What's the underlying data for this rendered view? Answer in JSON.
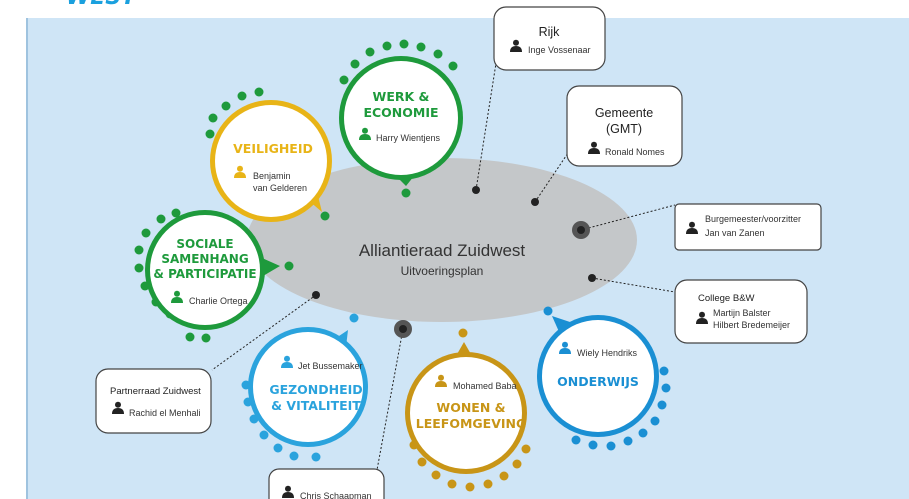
{
  "logo_text": "WEST",
  "colors": {
    "background": "#cfe5f6",
    "ellipse": "#c4c7c9",
    "green": "#1e9a3c",
    "yellow": "#e8b417",
    "blue": "#2aa3dd",
    "darkblue": "#1a8fd3",
    "gold": "#c89517",
    "dark": "#222222",
    "logo": "#1aa0de"
  },
  "center": {
    "title": "Alliantieraad Zuidwest",
    "subtitle": "Uitvoeringsplan"
  },
  "bubbles": {
    "werk": {
      "title_line1": "WERK &",
      "title_line2": "ECONOMIE",
      "person": "Harry Wientjens"
    },
    "veiligheid": {
      "title": "VEILIGHEID",
      "person_line1": "Benjamin",
      "person_line2": "van Gelderen"
    },
    "sociale": {
      "title_line1": "SOCIALE",
      "title_line2": "SAMENHANG",
      "title_line3": "& PARTICIPATIE",
      "person": "Charlie Ortega"
    },
    "gezondheid": {
      "person": "Jet Bussemaker",
      "title_line1": "GEZONDHEID",
      "title_line2": "& VITALITEIT"
    },
    "wonen": {
      "person": "Mohamed Baba",
      "title_line1": "WONEN &",
      "title_line2": "LEEFOMGEVING"
    },
    "onderwijs": {
      "person": "Wiely Hendriks",
      "title": "ONDERWIJS"
    }
  },
  "boxes": {
    "rijk": {
      "title": "Rijk",
      "person": "Inge Vossenaar"
    },
    "gemeente": {
      "title_line1": "Gemeente",
      "title_line2": "(GMT)",
      "person": "Ronald Nomes"
    },
    "burgemeester": {
      "title": "Burgemeester/voorzitter",
      "person": "Jan van Zanen"
    },
    "college": {
      "title": "College B&W",
      "person_line1": "Martijn Balster",
      "person_line2": "Hilbert Bredemeijer"
    },
    "partnerraad": {
      "title": "Partnerraad Zuidwest",
      "person": "Rachid el Menhali"
    },
    "chris": {
      "person": "Chris Schaapman"
    }
  }
}
